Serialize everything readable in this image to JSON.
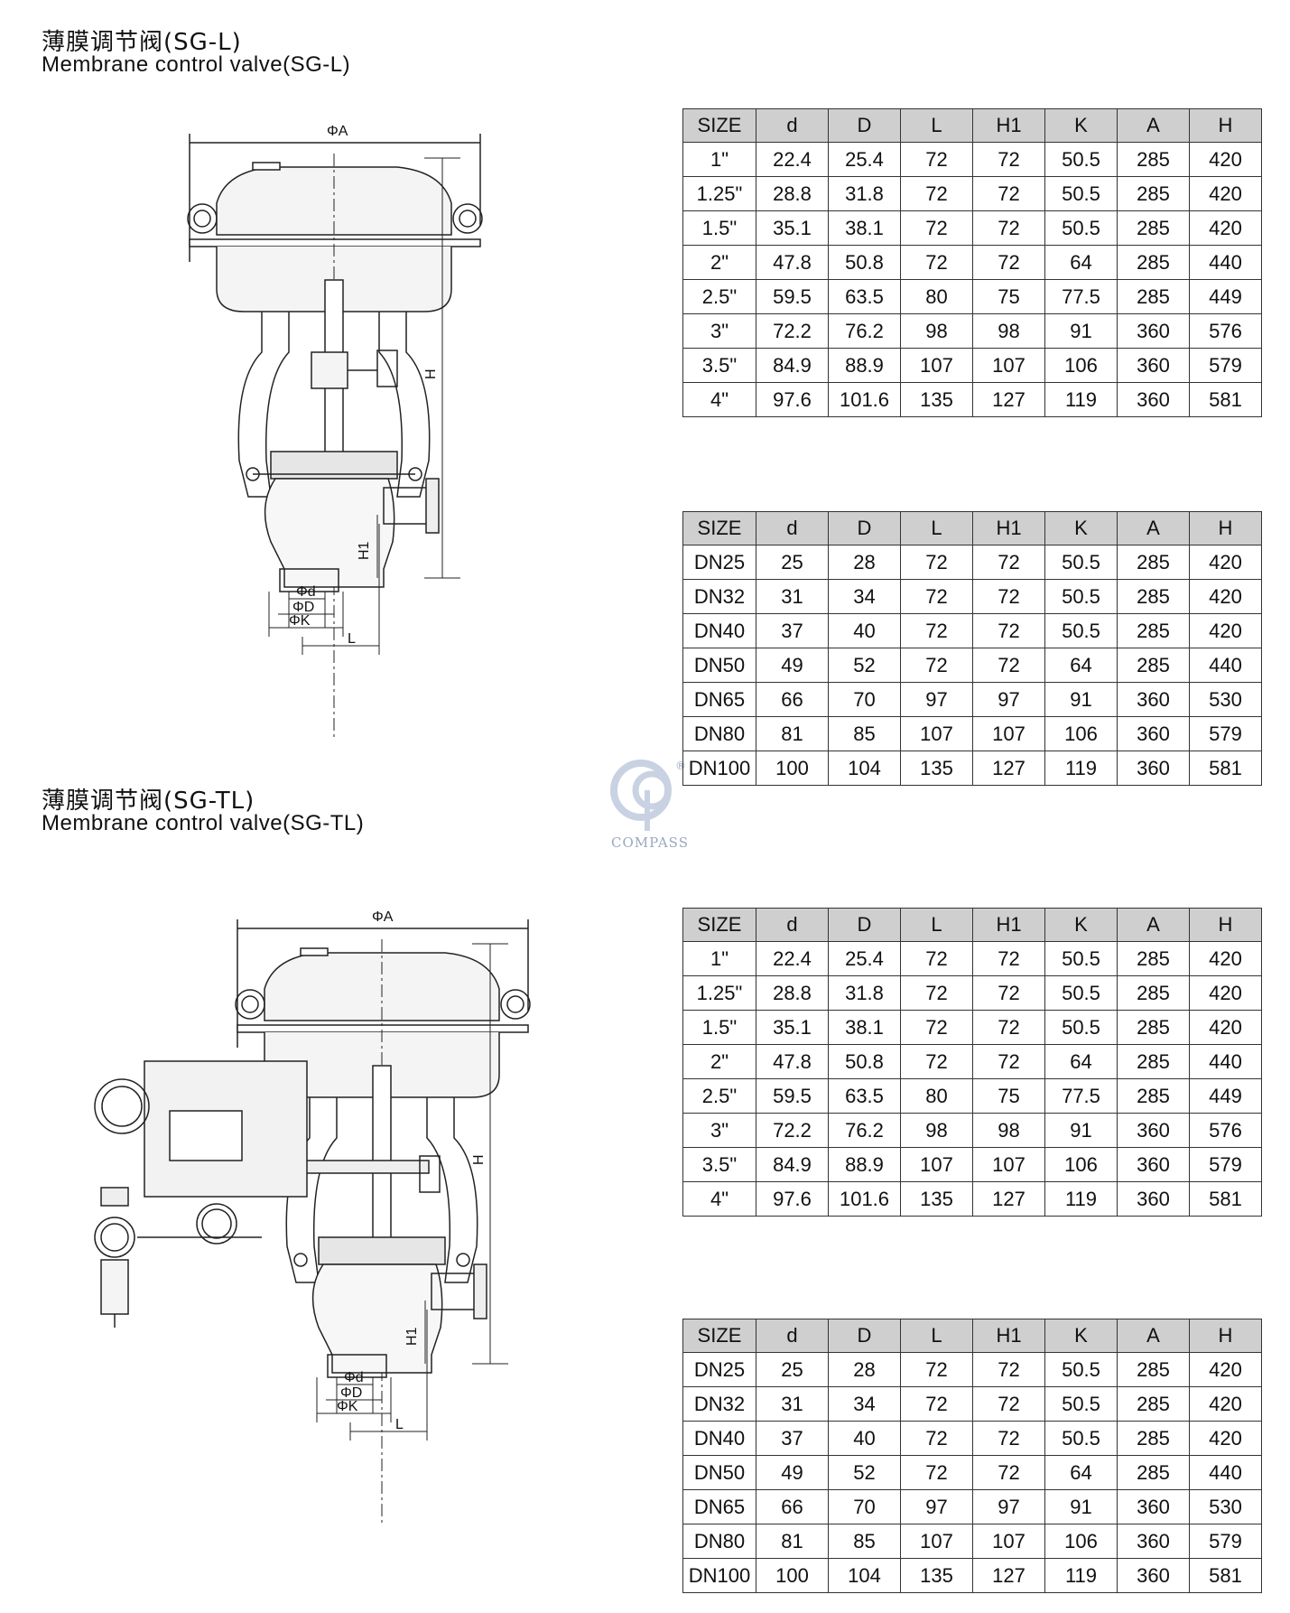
{
  "section1": {
    "title_cn": "薄膜调节阀(SG-L)",
    "title_en": "Membrane control valve(SG-L)"
  },
  "section2": {
    "title_cn": "薄膜调节阀(SG-TL)",
    "title_en": "Membrane control valve(SG-TL)"
  },
  "drawing_labels": {
    "phiA": "ΦA",
    "H": "H",
    "H1": "H1",
    "phid": "Φd",
    "phiD": "ΦD",
    "phiK": "ΦK",
    "L": "L"
  },
  "logo": {
    "text": "COMPASS",
    "mark": "®"
  },
  "tables": [
    {
      "headers": [
        "SIZE",
        "d",
        "D",
        "L",
        "H1",
        "K",
        "A",
        "H"
      ],
      "rows": [
        [
          "1\"",
          "22.4",
          "25.4",
          "72",
          "72",
          "50.5",
          "285",
          "420"
        ],
        [
          "1.25\"",
          "28.8",
          "31.8",
          "72",
          "72",
          "50.5",
          "285",
          "420"
        ],
        [
          "1.5\"",
          "35.1",
          "38.1",
          "72",
          "72",
          "50.5",
          "285",
          "420"
        ],
        [
          "2\"",
          "47.8",
          "50.8",
          "72",
          "72",
          "64",
          "285",
          "440"
        ],
        [
          "2.5\"",
          "59.5",
          "63.5",
          "80",
          "75",
          "77.5",
          "285",
          "449"
        ],
        [
          "3\"",
          "72.2",
          "76.2",
          "98",
          "98",
          "91",
          "360",
          "576"
        ],
        [
          "3.5\"",
          "84.9",
          "88.9",
          "107",
          "107",
          "106",
          "360",
          "579"
        ],
        [
          "4\"",
          "97.6",
          "101.6",
          "135",
          "127",
          "119",
          "360",
          "581"
        ]
      ]
    },
    {
      "headers": [
        "SIZE",
        "d",
        "D",
        "L",
        "H1",
        "K",
        "A",
        "H"
      ],
      "rows": [
        [
          "DN25",
          "25",
          "28",
          "72",
          "72",
          "50.5",
          "285",
          "420"
        ],
        [
          "DN32",
          "31",
          "34",
          "72",
          "72",
          "50.5",
          "285",
          "420"
        ],
        [
          "DN40",
          "37",
          "40",
          "72",
          "72",
          "50.5",
          "285",
          "420"
        ],
        [
          "DN50",
          "49",
          "52",
          "72",
          "72",
          "64",
          "285",
          "440"
        ],
        [
          "DN65",
          "66",
          "70",
          "97",
          "97",
          "91",
          "360",
          "530"
        ],
        [
          "DN80",
          "81",
          "85",
          "107",
          "107",
          "106",
          "360",
          "579"
        ],
        [
          "DN100",
          "100",
          "104",
          "135",
          "127",
          "119",
          "360",
          "581"
        ]
      ]
    },
    {
      "headers": [
        "SIZE",
        "d",
        "D",
        "L",
        "H1",
        "K",
        "A",
        "H"
      ],
      "rows": [
        [
          "1\"",
          "22.4",
          "25.4",
          "72",
          "72",
          "50.5",
          "285",
          "420"
        ],
        [
          "1.25\"",
          "28.8",
          "31.8",
          "72",
          "72",
          "50.5",
          "285",
          "420"
        ],
        [
          "1.5\"",
          "35.1",
          "38.1",
          "72",
          "72",
          "50.5",
          "285",
          "420"
        ],
        [
          "2\"",
          "47.8",
          "50.8",
          "72",
          "72",
          "64",
          "285",
          "440"
        ],
        [
          "2.5\"",
          "59.5",
          "63.5",
          "80",
          "75",
          "77.5",
          "285",
          "449"
        ],
        [
          "3\"",
          "72.2",
          "76.2",
          "98",
          "98",
          "91",
          "360",
          "576"
        ],
        [
          "3.5\"",
          "84.9",
          "88.9",
          "107",
          "107",
          "106",
          "360",
          "579"
        ],
        [
          "4\"",
          "97.6",
          "101.6",
          "135",
          "127",
          "119",
          "360",
          "581"
        ]
      ]
    },
    {
      "headers": [
        "SIZE",
        "d",
        "D",
        "L",
        "H1",
        "K",
        "A",
        "H"
      ],
      "rows": [
        [
          "DN25",
          "25",
          "28",
          "72",
          "72",
          "50.5",
          "285",
          "420"
        ],
        [
          "DN32",
          "31",
          "34",
          "72",
          "72",
          "50.5",
          "285",
          "420"
        ],
        [
          "DN40",
          "37",
          "40",
          "72",
          "72",
          "50.5",
          "285",
          "420"
        ],
        [
          "DN50",
          "49",
          "52",
          "72",
          "72",
          "64",
          "285",
          "440"
        ],
        [
          "DN65",
          "66",
          "70",
          "97",
          "97",
          "91",
          "360",
          "530"
        ],
        [
          "DN80",
          "81",
          "85",
          "107",
          "107",
          "106",
          "360",
          "579"
        ],
        [
          "DN100",
          "100",
          "104",
          "135",
          "127",
          "119",
          "360",
          "581"
        ]
      ]
    }
  ]
}
